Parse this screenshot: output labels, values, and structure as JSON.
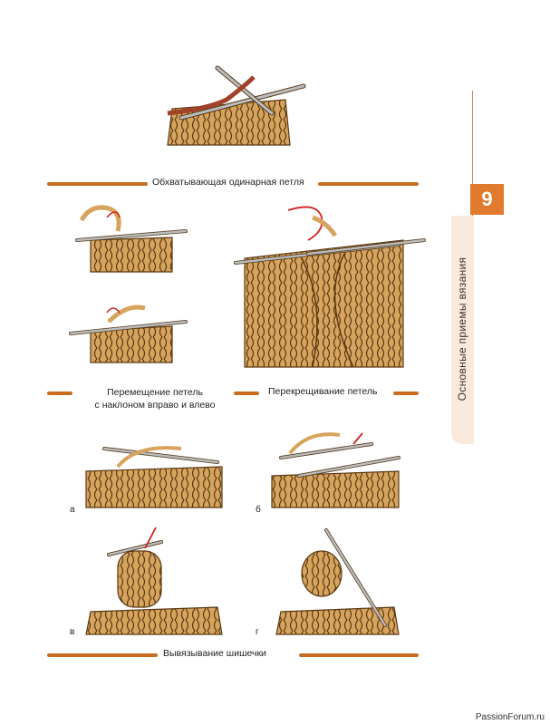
{
  "chapter": {
    "number": "9",
    "title": "Основные приемы вязания"
  },
  "captions": {
    "wrapped_loop": "Обхватывающая одинарная петля",
    "moving_loops_line1": "Перемещение петель",
    "moving_loops_line2": "с наклоном вправо и влево",
    "crossing_loops": "Перекрещивание петель",
    "bobble": "Вывязывание шишечки"
  },
  "step_labels": {
    "a": "а",
    "b": "б",
    "v": "в",
    "g": "г"
  },
  "watermark": "PassionForum.ru",
  "colors": {
    "yarn": "#d7a45e",
    "yarn_outline": "#5a3a12",
    "accent": "#c86d20",
    "badge": "#e07a2c",
    "tab": "#fbeadb",
    "arrow": "#d42020",
    "red_yarn": "#a0412a",
    "needle": "#b9bcc0"
  }
}
